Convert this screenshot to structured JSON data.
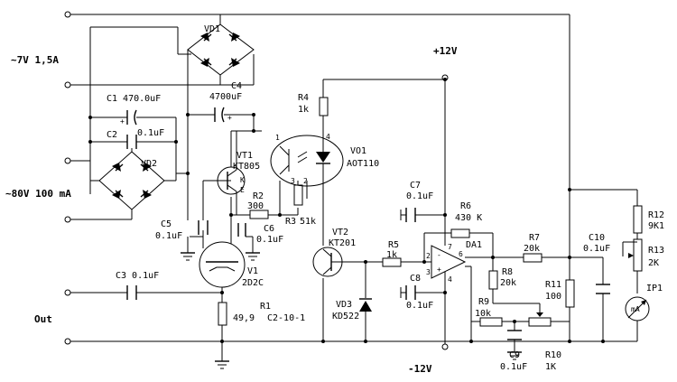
{
  "inputs": {
    "ac_low": "~7V 1,5A",
    "ac_high": "~80V 100 mA",
    "out": "Out"
  },
  "rails": {
    "pos": "+12V",
    "neg": "-12V"
  },
  "components": {
    "vd1": "VD1",
    "vd2": "VD2",
    "c1": "C1  470.0uF",
    "c2_ref": "C2",
    "c2_val": "0.1uF",
    "c4_ref": "C4",
    "c4_val": "4700uF",
    "c5_ref": "C5",
    "c5_val": "0.1uF",
    "c3": "C3  0.1uF",
    "vt1_ref": "VT1",
    "vt1_type": "KT805",
    "r2_ref": "R2",
    "r2_val": "300",
    "r3": "R3",
    "r3_val": "51k",
    "c6_ref": "C6",
    "c6_val": "0.1uF",
    "r4_ref": "R4",
    "r4_val": "1k",
    "vo1_ref": "VO1",
    "vo1_type": "AOT110",
    "v1_ref": "V1",
    "v1_type": "2D2C",
    "r1_ref": "R1",
    "r1_val": "49,9",
    "r1_type": "C2-10-1",
    "vt2_ref": "VT2",
    "vt2_type": "KT201",
    "r5_ref": "R5",
    "r5_val": "1k",
    "vd3_ref": "VD3",
    "vd3_type": "KD522",
    "c7_ref": "C7",
    "c7_val": "0.1uF",
    "r6_ref": "R6",
    "r6_val": "430 K",
    "da1": "DA1",
    "c8_ref": "C8",
    "c8_val": "0.1uF",
    "r7_ref": "R7",
    "r7_val": "20k",
    "r8_ref": "R8",
    "r8_val": "20k",
    "r9_ref": "R9",
    "r9_val": "10k",
    "c9_ref": "C9",
    "c9_val": "0.1uF",
    "r10_ref": "R10",
    "r10_val": "1K",
    "r11_ref": "R11",
    "r11_val": "100",
    "c10_ref": "C10",
    "c10_val": "0.1uF",
    "r12_ref": "R12",
    "r12_val": "9K1",
    "r13_ref": "R13",
    "r13_val": "2K",
    "ip1_ref": "IP1",
    "ip1_unit": "mA"
  },
  "pins": {
    "vt1_k": "K",
    "vt1_e": "E",
    "vo1_1": "1",
    "vo1_2": "2",
    "vo1_3": "3",
    "vo1_4": "4",
    "da1_2": "2",
    "da1_3": "3",
    "da1_6": "6",
    "da1_7": "7",
    "da1_4": "4",
    "minus": "-",
    "plus": "+"
  }
}
